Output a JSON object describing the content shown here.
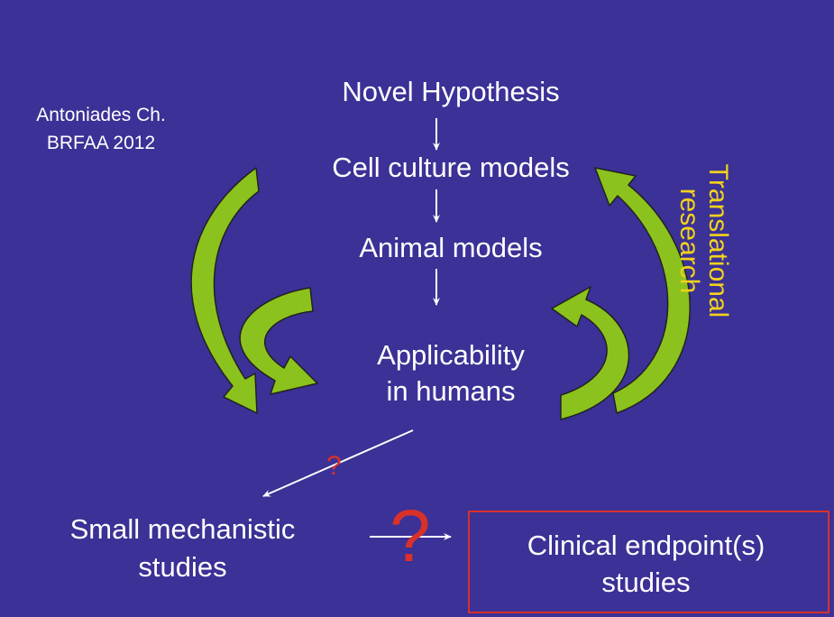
{
  "credit": {
    "line1": "Antoniades Ch.",
    "line2": "BRFAA 2012"
  },
  "steps": {
    "hypothesis": "Novel Hypothesis",
    "cell_culture": "Cell culture models",
    "animal": "Animal models",
    "humans_line1": "Applicability",
    "humans_line2": "in humans"
  },
  "outcomes": {
    "small_line1": "Small mechanistic",
    "small_line2": "studies",
    "clinical_line1": "Clinical endpoint(s)",
    "clinical_line2": "studies"
  },
  "side_label": {
    "line1": "Translational",
    "line2": "research"
  },
  "question_marks": {
    "small": "?",
    "big": "?"
  },
  "colors": {
    "background": "#3b3196",
    "text": "#ffffff",
    "side_label": "#f2d21b",
    "question": "#d8312a",
    "box_border": "#d8312a",
    "curved_arrow": "#8cc21d"
  }
}
